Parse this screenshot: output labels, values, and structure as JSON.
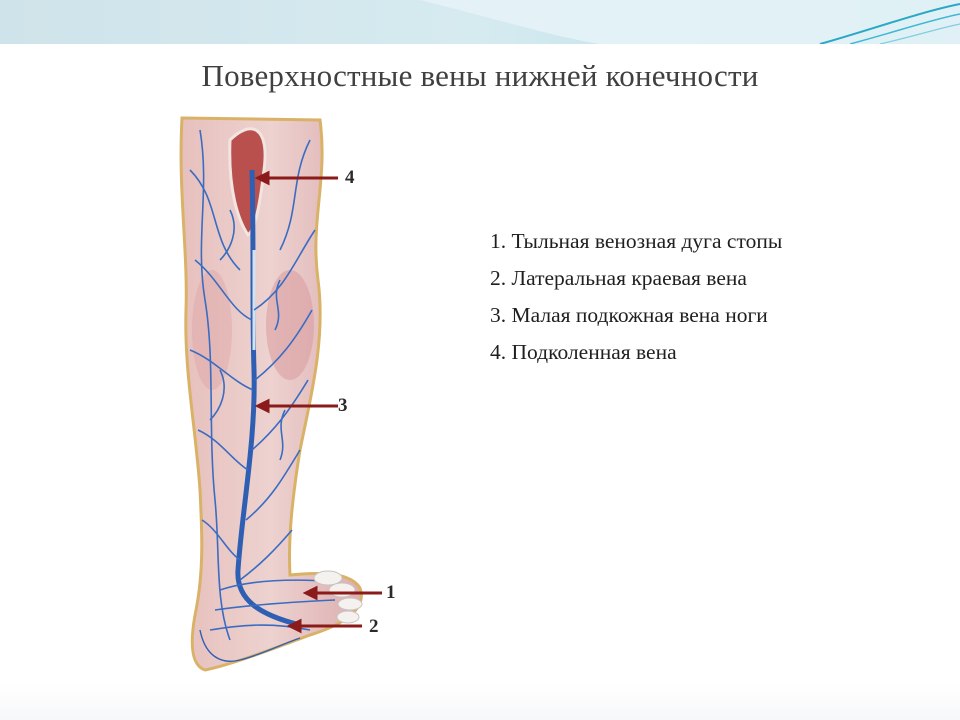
{
  "slide": {
    "title": "Поверхностные вены нижней конечности"
  },
  "markers": [
    "4",
    "3",
    "1",
    "2"
  ],
  "legend": [
    "1. Тыльная венозная дуга стопы",
    "2.  Латеральная краевая вена",
    "3.  Малая подкожная вена ноги",
    "4. Подколенная вена"
  ],
  "colors": {
    "accent_teal": "#2aa7c7",
    "arrow": "#8b1a1a",
    "vein_blue": "#2f5fb3",
    "skin": "#e8c3c0"
  }
}
